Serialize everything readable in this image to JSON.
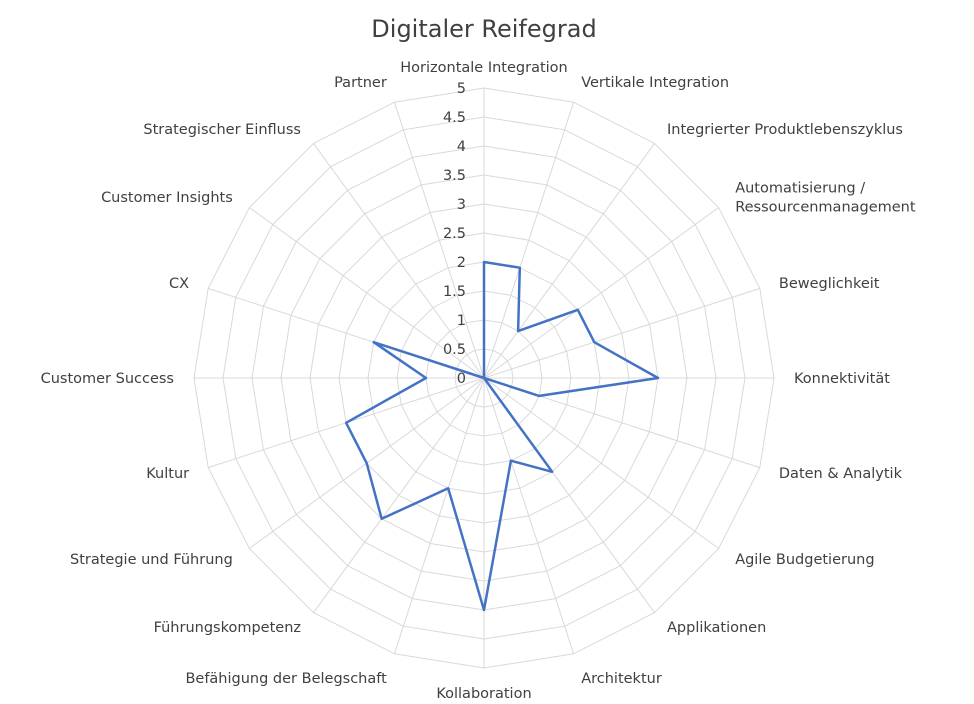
{
  "chart_data": {
    "type": "radar",
    "title": "Digitaler Reifegrad",
    "categories": [
      "Horizontale Integration",
      "Vertikale Integration",
      "Integrierter Produktlebenszyklus",
      "Automatisierung / Ressourcenmanagement",
      "Beweglichkeit",
      "Konnektivität",
      "Daten & Analytik",
      "Agile Budgetierung",
      "Applikationen",
      "Architektur",
      "Kollaboration",
      "Befähigung der Belegschaft",
      "Führungskompetenz",
      "Strategie und Führung",
      "Kultur",
      "Customer Success",
      "CX",
      "Customer Insights",
      "Strategischer Einfluss",
      "Partner"
    ],
    "series": [
      {
        "values": [
          2.0,
          2.0,
          1.0,
          2.0,
          2.0,
          3.0,
          1.0,
          0.0,
          2.0,
          1.5,
          4.0,
          2.0,
          3.0,
          2.5,
          2.5,
          1.0,
          2.0,
          0.0,
          0.0,
          0.0
        ]
      }
    ],
    "rlim": [
      0,
      5
    ],
    "ticks": [
      "0",
      "0.5",
      "1",
      "1.5",
      "2",
      "2.5",
      "3",
      "3.5",
      "4",
      "4.5",
      "5"
    ],
    "grid": true,
    "legend": "none",
    "series_color": "#4472c4"
  }
}
